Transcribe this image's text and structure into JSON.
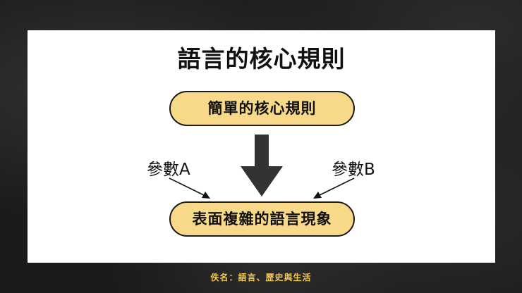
{
  "slide": {
    "title": "語言的核心規則",
    "top_box": "簡單的核心規則",
    "bottom_box": "表面複雜的語言現象",
    "param_a": "參數A",
    "param_b": "參數B"
  },
  "footer": {
    "credit": "佚名：語言、歷史與生活"
  },
  "colors": {
    "box_fill": "#f8d98a",
    "arrow": "#333333",
    "footer_text": "#f2c94c",
    "background": "#1b1b1b"
  }
}
